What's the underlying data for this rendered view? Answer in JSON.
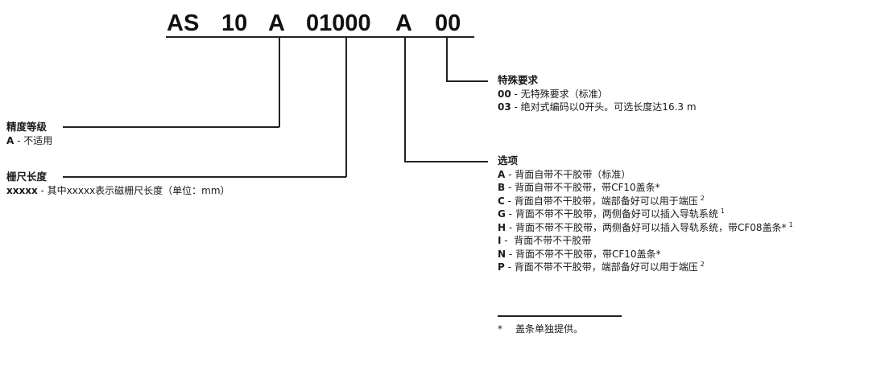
{
  "order_code": {
    "segments": [
      "AS",
      "10",
      "A",
      "01000",
      "A",
      "00"
    ]
  },
  "precision": {
    "title": "精度等级",
    "options": [
      {
        "code": "A",
        "sep": " - ",
        "desc": "不适用",
        "note": ""
      }
    ]
  },
  "scale_length": {
    "title": "栅尺长度",
    "options": [
      {
        "code": "xxxxx",
        "sep": " - ",
        "desc": "其中xxxxx表示磁栅尺长度（单位：mm）",
        "note": ""
      }
    ]
  },
  "special": {
    "title": "特殊要求",
    "options": [
      {
        "code": "00",
        "sep": " - ",
        "desc": "无特殊要求（标准）",
        "note": ""
      },
      {
        "code": "03",
        "sep": " - ",
        "desc": "绝对式编码以0开头。可选长度达16.3 m",
        "note": ""
      }
    ]
  },
  "options_group": {
    "title": "选项",
    "options": [
      {
        "code": "A",
        "sep": " - ",
        "desc": "背面自带不干胶带（标准）",
        "note": ""
      },
      {
        "code": "B",
        "sep": " - ",
        "desc": "背面自带不干胶带，带CF10盖条*",
        "note": ""
      },
      {
        "code": "C",
        "sep": " - ",
        "desc": "背面自带不干胶带，端部备好可以用于端压",
        "note": "2"
      },
      {
        "code": "G",
        "sep": " - ",
        "desc": "背面不带不干胶带，两侧备好可以插入导轨系统",
        "note": "1"
      },
      {
        "code": "H",
        "sep": " - ",
        "desc": "背面不带不干胶带，两侧备好可以插入导轨系统，带CF08盖条*",
        "note": "1"
      },
      {
        "code": "I",
        "sep": " -  ",
        "desc": "背面不带不干胶带",
        "note": ""
      },
      {
        "code": "N",
        "sep": " - ",
        "desc": "背面不带不干胶带，带CF10盖条*",
        "note": ""
      },
      {
        "code": "P",
        "sep": " - ",
        "desc": "背面不带不干胶带，端部备好可以用于端压",
        "note": "2"
      }
    ]
  },
  "footnote": {
    "mark": "*",
    "text": "盖条单独提供。"
  }
}
